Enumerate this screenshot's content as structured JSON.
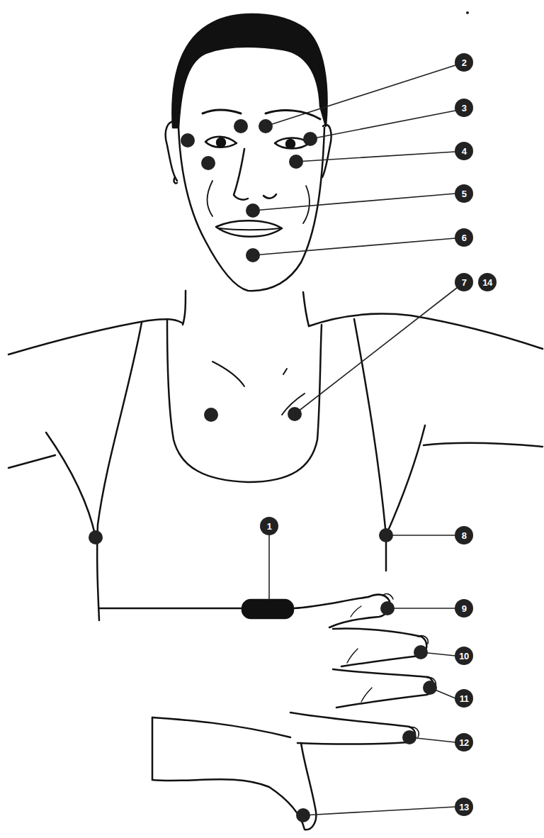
{
  "diagram": {
    "labels": [
      "2",
      "3",
      "4",
      "5",
      "6",
      "7",
      "14",
      "1",
      "8",
      "9",
      "10",
      "11",
      "12",
      "13"
    ]
  }
}
